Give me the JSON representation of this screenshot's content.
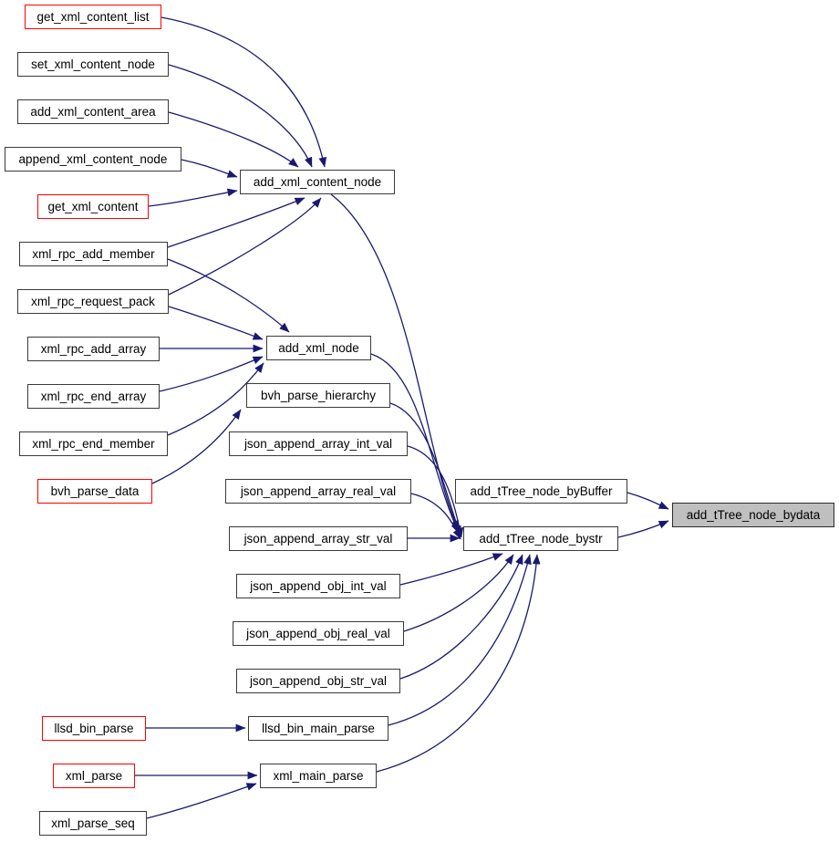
{
  "diagram": {
    "kind": "caller-graph",
    "target_function": "add_tTree_node_bydata",
    "colors": {
      "edge": "#191970",
      "node_border": "#3a3a3a",
      "entry_border": "#ff0000",
      "target_fill": "#bfbfbf",
      "node_fill": "#ffffff",
      "text": "#000000",
      "background": "#ffffff"
    },
    "nodes": [
      {
        "id": "get_xml_content_list",
        "label": "get_xml_content_list",
        "style": "red"
      },
      {
        "id": "set_xml_content_node",
        "label": "set_xml_content_node",
        "style": "normal"
      },
      {
        "id": "add_xml_content_area",
        "label": "add_xml_content_area",
        "style": "normal"
      },
      {
        "id": "append_xml_content_node",
        "label": "append_xml_content_node",
        "style": "normal"
      },
      {
        "id": "get_xml_content",
        "label": "get_xml_content",
        "style": "red"
      },
      {
        "id": "xml_rpc_add_member",
        "label": "xml_rpc_add_member",
        "style": "normal"
      },
      {
        "id": "xml_rpc_request_pack",
        "label": "xml_rpc_request_pack",
        "style": "normal"
      },
      {
        "id": "xml_rpc_add_array",
        "label": "xml_rpc_add_array",
        "style": "normal"
      },
      {
        "id": "xml_rpc_end_array",
        "label": "xml_rpc_end_array",
        "style": "normal"
      },
      {
        "id": "xml_rpc_end_member",
        "label": "xml_rpc_end_member",
        "style": "normal"
      },
      {
        "id": "bvh_parse_data",
        "label": "bvh_parse_data",
        "style": "red"
      },
      {
        "id": "llsd_bin_parse",
        "label": "llsd_bin_parse",
        "style": "red"
      },
      {
        "id": "xml_parse",
        "label": "xml_parse",
        "style": "red"
      },
      {
        "id": "xml_parse_seq",
        "label": "xml_parse_seq",
        "style": "normal"
      },
      {
        "id": "add_xml_content_node",
        "label": "add_xml_content_node",
        "style": "normal"
      },
      {
        "id": "add_xml_node",
        "label": "add_xml_node",
        "style": "normal"
      },
      {
        "id": "bvh_parse_hierarchy",
        "label": "bvh_parse_hierarchy",
        "style": "normal"
      },
      {
        "id": "json_append_array_int_val",
        "label": "json_append_array_int_val",
        "style": "normal"
      },
      {
        "id": "json_append_array_real_val",
        "label": "json_append_array_real_val",
        "style": "normal"
      },
      {
        "id": "json_append_array_str_val",
        "label": "json_append_array_str_val",
        "style": "normal"
      },
      {
        "id": "json_append_obj_int_val",
        "label": "json_append_obj_int_val",
        "style": "normal"
      },
      {
        "id": "json_append_obj_real_val",
        "label": "json_append_obj_real_val",
        "style": "normal"
      },
      {
        "id": "json_append_obj_str_val",
        "label": "json_append_obj_str_val",
        "style": "normal"
      },
      {
        "id": "llsd_bin_main_parse",
        "label": "llsd_bin_main_parse",
        "style": "normal"
      },
      {
        "id": "xml_main_parse",
        "label": "xml_main_parse",
        "style": "normal"
      },
      {
        "id": "add_tTree_node_byBuffer",
        "label": "add_tTree_node_byBuffer",
        "style": "normal"
      },
      {
        "id": "add_tTree_node_bystr",
        "label": "add_tTree_node_bystr",
        "style": "normal"
      },
      {
        "id": "add_tTree_node_bydata",
        "label": "add_tTree_node_bydata",
        "style": "target"
      }
    ],
    "edges": [
      {
        "from": "get_xml_content_list",
        "to": "add_xml_content_node"
      },
      {
        "from": "set_xml_content_node",
        "to": "add_xml_content_node"
      },
      {
        "from": "add_xml_content_area",
        "to": "add_xml_content_node"
      },
      {
        "from": "append_xml_content_node",
        "to": "add_xml_content_node"
      },
      {
        "from": "get_xml_content",
        "to": "add_xml_content_node"
      },
      {
        "from": "xml_rpc_add_member",
        "to": "add_xml_content_node"
      },
      {
        "from": "xml_rpc_add_member",
        "to": "add_xml_node"
      },
      {
        "from": "xml_rpc_request_pack",
        "to": "add_xml_content_node"
      },
      {
        "from": "xml_rpc_request_pack",
        "to": "add_xml_node"
      },
      {
        "from": "xml_rpc_add_array",
        "to": "add_xml_node"
      },
      {
        "from": "xml_rpc_end_array",
        "to": "add_xml_node"
      },
      {
        "from": "xml_rpc_end_member",
        "to": "add_xml_node"
      },
      {
        "from": "bvh_parse_data",
        "to": "bvh_parse_hierarchy"
      },
      {
        "from": "add_xml_content_node",
        "to": "add_tTree_node_bystr"
      },
      {
        "from": "add_xml_node",
        "to": "add_tTree_node_bystr"
      },
      {
        "from": "bvh_parse_hierarchy",
        "to": "add_tTree_node_bystr"
      },
      {
        "from": "json_append_array_int_val",
        "to": "add_tTree_node_bystr"
      },
      {
        "from": "json_append_array_real_val",
        "to": "add_tTree_node_bystr"
      },
      {
        "from": "json_append_array_str_val",
        "to": "add_tTree_node_bystr"
      },
      {
        "from": "json_append_obj_int_val",
        "to": "add_tTree_node_bystr"
      },
      {
        "from": "json_append_obj_real_val",
        "to": "add_tTree_node_bystr"
      },
      {
        "from": "json_append_obj_str_val",
        "to": "add_tTree_node_bystr"
      },
      {
        "from": "llsd_bin_parse",
        "to": "llsd_bin_main_parse"
      },
      {
        "from": "llsd_bin_main_parse",
        "to": "add_tTree_node_bystr"
      },
      {
        "from": "xml_parse",
        "to": "xml_main_parse"
      },
      {
        "from": "xml_parse_seq",
        "to": "xml_main_parse"
      },
      {
        "from": "xml_main_parse",
        "to": "add_tTree_node_bystr"
      },
      {
        "from": "add_tTree_node_byBuffer",
        "to": "add_tTree_node_bydata"
      },
      {
        "from": "add_tTree_node_bystr",
        "to": "add_tTree_node_bydata"
      }
    ]
  }
}
